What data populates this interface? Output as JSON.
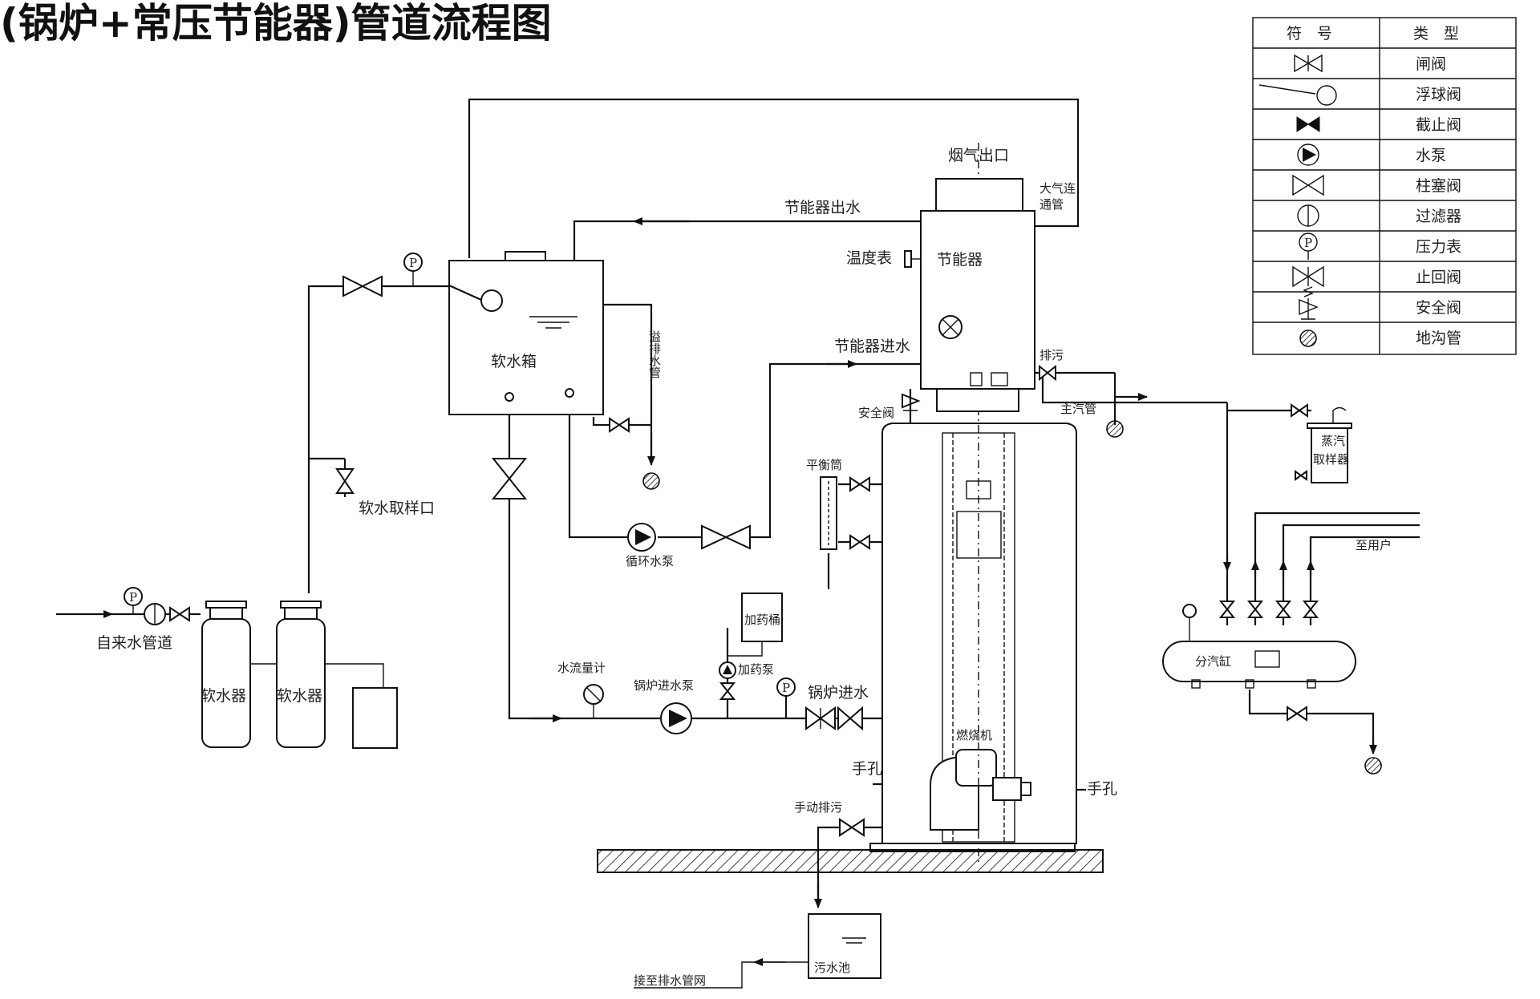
{
  "title": "(锅炉+常压节能器)管道流程图",
  "legend": {
    "header_symbol": "符　号",
    "header_type": "类　型",
    "rows": [
      {
        "icon": "gate-valve-icon",
        "type": "闸阀"
      },
      {
        "icon": "float-valve-icon",
        "type": "浮球阀"
      },
      {
        "icon": "stop-valve-icon",
        "type": "截止阀"
      },
      {
        "icon": "water-pump-icon",
        "type": "水泵"
      },
      {
        "icon": "plunger-valve-icon",
        "type": "柱塞阀"
      },
      {
        "icon": "filter-icon",
        "type": "过滤器"
      },
      {
        "icon": "pressure-gauge-icon",
        "type": "压力表"
      },
      {
        "icon": "check-valve-icon",
        "type": "止回阀"
      },
      {
        "icon": "safety-valve-icon",
        "type": "安全阀"
      },
      {
        "icon": "floor-drain-icon",
        "type": "地沟管"
      }
    ]
  },
  "labels": {
    "flue_outlet": "烟气出口",
    "atmos_vent": "大气连",
    "atmos_vent_2": "通管",
    "economizer_out": "节能器出水",
    "thermometer": "温度表",
    "economizer": "节能器",
    "economizer_in": "节能器进水",
    "sewage": "排污",
    "safety_valve": "安全阀",
    "main_steam": "主汽管",
    "soft_tank": "软水箱",
    "overflow": "溢排水管",
    "soft_sample": "软水取样口",
    "circ_pump": "循环水泵",
    "balance": "平衡筒",
    "tap_water": "自来水管道",
    "softener_1": "软水器",
    "softener_2": "软水器",
    "dosing_tank": "加药桶",
    "dosing_pump": "加药泵",
    "flowmeter": "水流量计",
    "feed_pump": "锅炉进水泵",
    "boiler_in": "锅炉进水",
    "burner": "燃烧机",
    "handhole_left": "手孔",
    "handhole_right": "手孔",
    "manual_blow": "手动排污",
    "sewage_pool": "污水池",
    "to_drain": "接至排水管网",
    "steam_sampler_1": "蒸汽",
    "steam_sampler_2": "取样器",
    "to_user": "至用户",
    "header": "分汽缸",
    "p": "P"
  }
}
